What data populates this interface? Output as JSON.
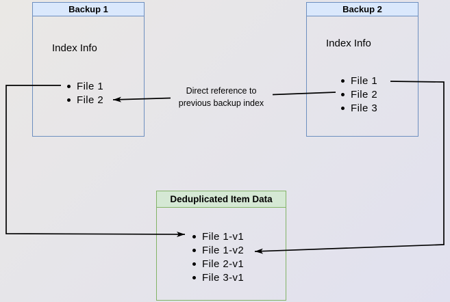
{
  "backup1": {
    "title": "Backup 1",
    "subtitle": "Index Info",
    "items": [
      "File 1",
      "File 2"
    ]
  },
  "backup2": {
    "title": "Backup 2",
    "subtitle": "Index Info",
    "items": [
      "File 1",
      "File 2",
      "File 3"
    ]
  },
  "dedup": {
    "title": "Deduplicated Item Data",
    "items": [
      "File 1-v1",
      "File 1-v2",
      "File 2-v1",
      "File 3-v1"
    ]
  },
  "annotation": {
    "line1": "Direct reference to",
    "line2": "previous backup index"
  },
  "colors": {
    "blue_header_fill": "#dae8fc",
    "blue_border": "#6c8ebf",
    "green_header_fill": "#d5e8d4",
    "green_border": "#82b366",
    "connector": "#000000",
    "background_start": "#eae8e5",
    "background_end": "#e1e1ef"
  }
}
